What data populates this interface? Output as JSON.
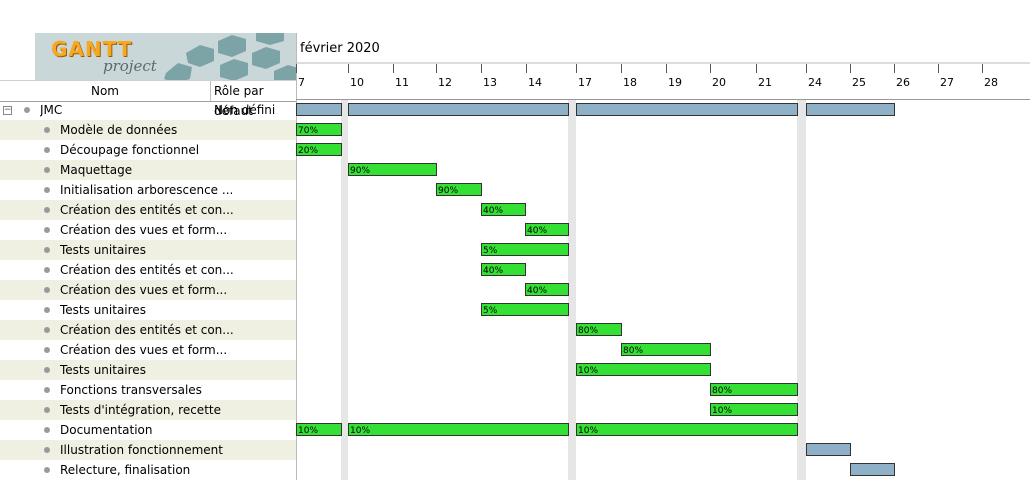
{
  "logo": {
    "brand": "GANTT",
    "sub": "project"
  },
  "columns": {
    "name": "Nom",
    "role": "Rôle par défaut"
  },
  "timeline": {
    "month": "février 2020",
    "days": [
      "7",
      "10",
      "11",
      "12",
      "13",
      "14",
      "17",
      "18",
      "19",
      "20",
      "21",
      "24",
      "25",
      "26",
      "27",
      "28"
    ]
  },
  "tasks": [
    {
      "name": "JMC",
      "role": "Non défini",
      "parent": true,
      "expander": "−"
    },
    {
      "name": "Modèle de données",
      "progress": "70%"
    },
    {
      "name": "Découpage fonctionnel",
      "progress": "20%"
    },
    {
      "name": "Maquettage",
      "progress": "90%"
    },
    {
      "name": "Initialisation arborescence ...",
      "progress": "90%"
    },
    {
      "name": "Création des entités et con...",
      "progress": "40%"
    },
    {
      "name": "Création des vues et form...",
      "progress": "40%"
    },
    {
      "name": "Tests unitaires",
      "progress": "5%"
    },
    {
      "name": "Création des entités et con...",
      "progress": "40%"
    },
    {
      "name": "Création des vues et form...",
      "progress": "40%"
    },
    {
      "name": "Tests unitaires",
      "progress": "5%"
    },
    {
      "name": "Création des entités et con...",
      "progress": "80%"
    },
    {
      "name": "Création des vues et form...",
      "progress": "80%"
    },
    {
      "name": "Tests unitaires",
      "progress": "10%"
    },
    {
      "name": "Fonctions transversales",
      "progress": "80%"
    },
    {
      "name": "Tests d'intégration, recette",
      "progress": "10%"
    },
    {
      "name": "Documentation",
      "progress": "10%"
    },
    {
      "name": "Illustration fonctionnement"
    },
    {
      "name": "Relecture, finalisation"
    }
  ],
  "colors": {
    "task": "#33e033",
    "summary": "#8eb1c8",
    "weekend": "#e6e6e6",
    "alt_row": "#efefe2"
  }
}
